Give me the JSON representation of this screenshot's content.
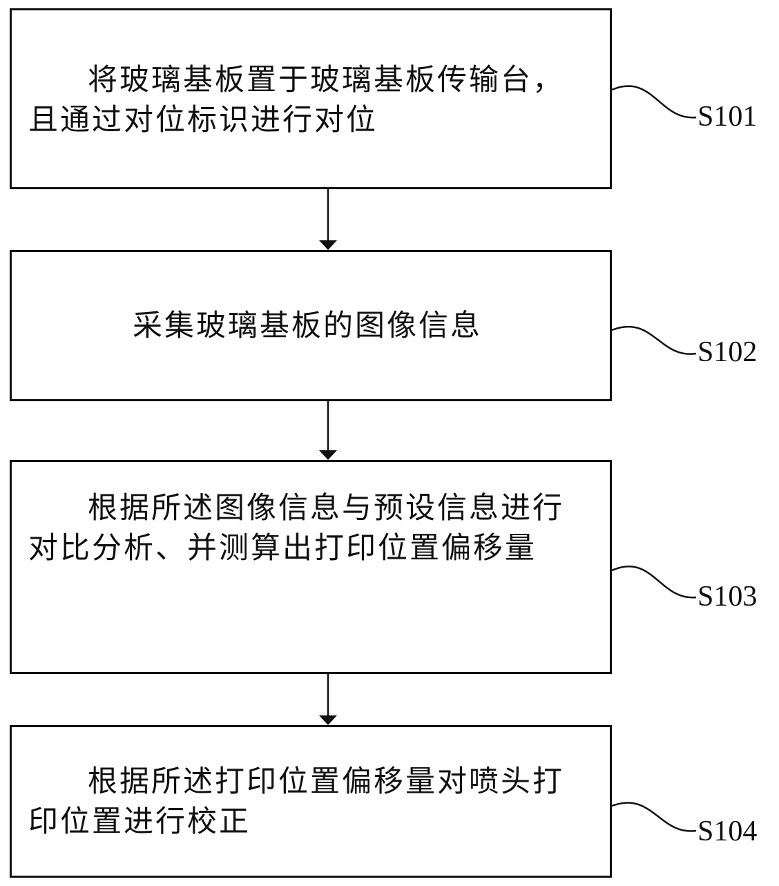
{
  "steps": [
    {
      "id": "S101",
      "label": "S101",
      "text": "将玻璃基板置于玻璃基板传输台，且通过对位标识进行对位"
    },
    {
      "id": "S102",
      "label": "S102",
      "text": "采集玻璃基板的图像信息"
    },
    {
      "id": "S103",
      "label": "S103",
      "text": "根据所述图像信息与预设信息进行对比分析、并测算出打印位置偏移量"
    },
    {
      "id": "S104",
      "label": "S104",
      "text": "根据所述打印位置偏移量对喷头打印位置进行校正"
    }
  ]
}
